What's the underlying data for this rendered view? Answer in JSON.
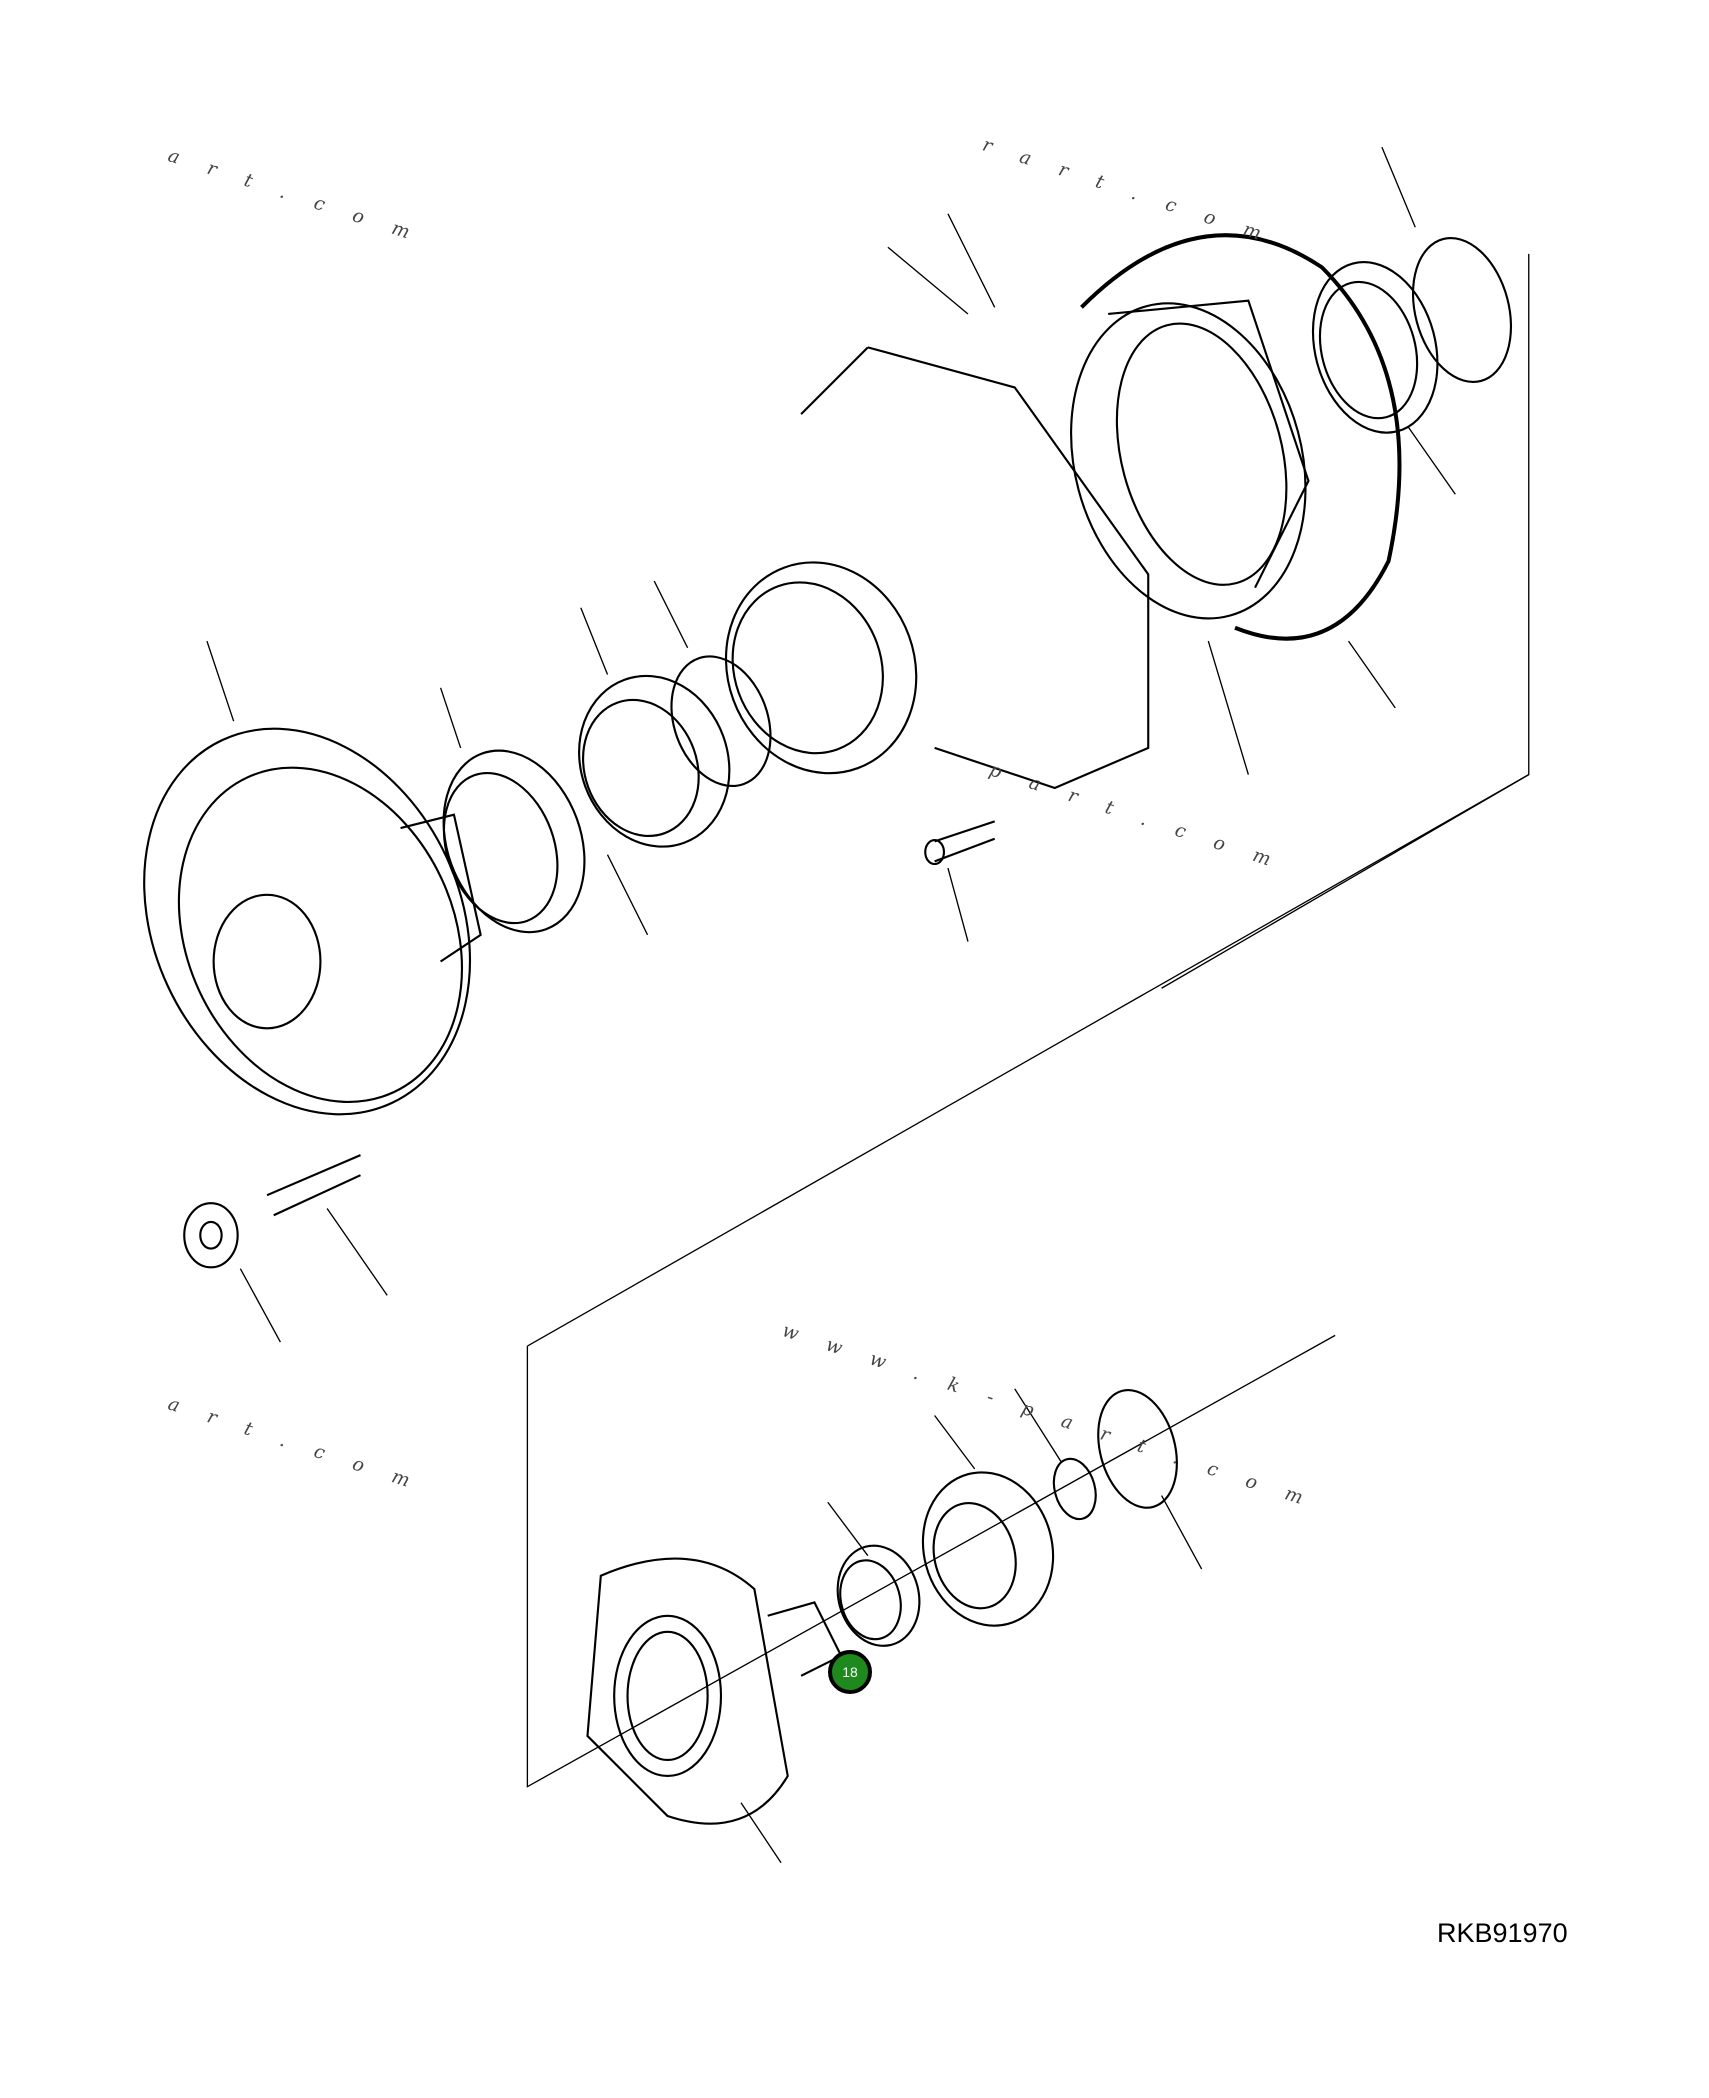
{
  "diagram": {
    "drawing_code": "RKB91970",
    "highlighted_callout": "18",
    "highlight_color": "#1e8a1e",
    "watermarks": [
      "a r t . c o m",
      "r a r t . c o m",
      "p a r t . c o m",
      "w w w . k - p a r t . c o m",
      "a r t . c o m"
    ]
  }
}
